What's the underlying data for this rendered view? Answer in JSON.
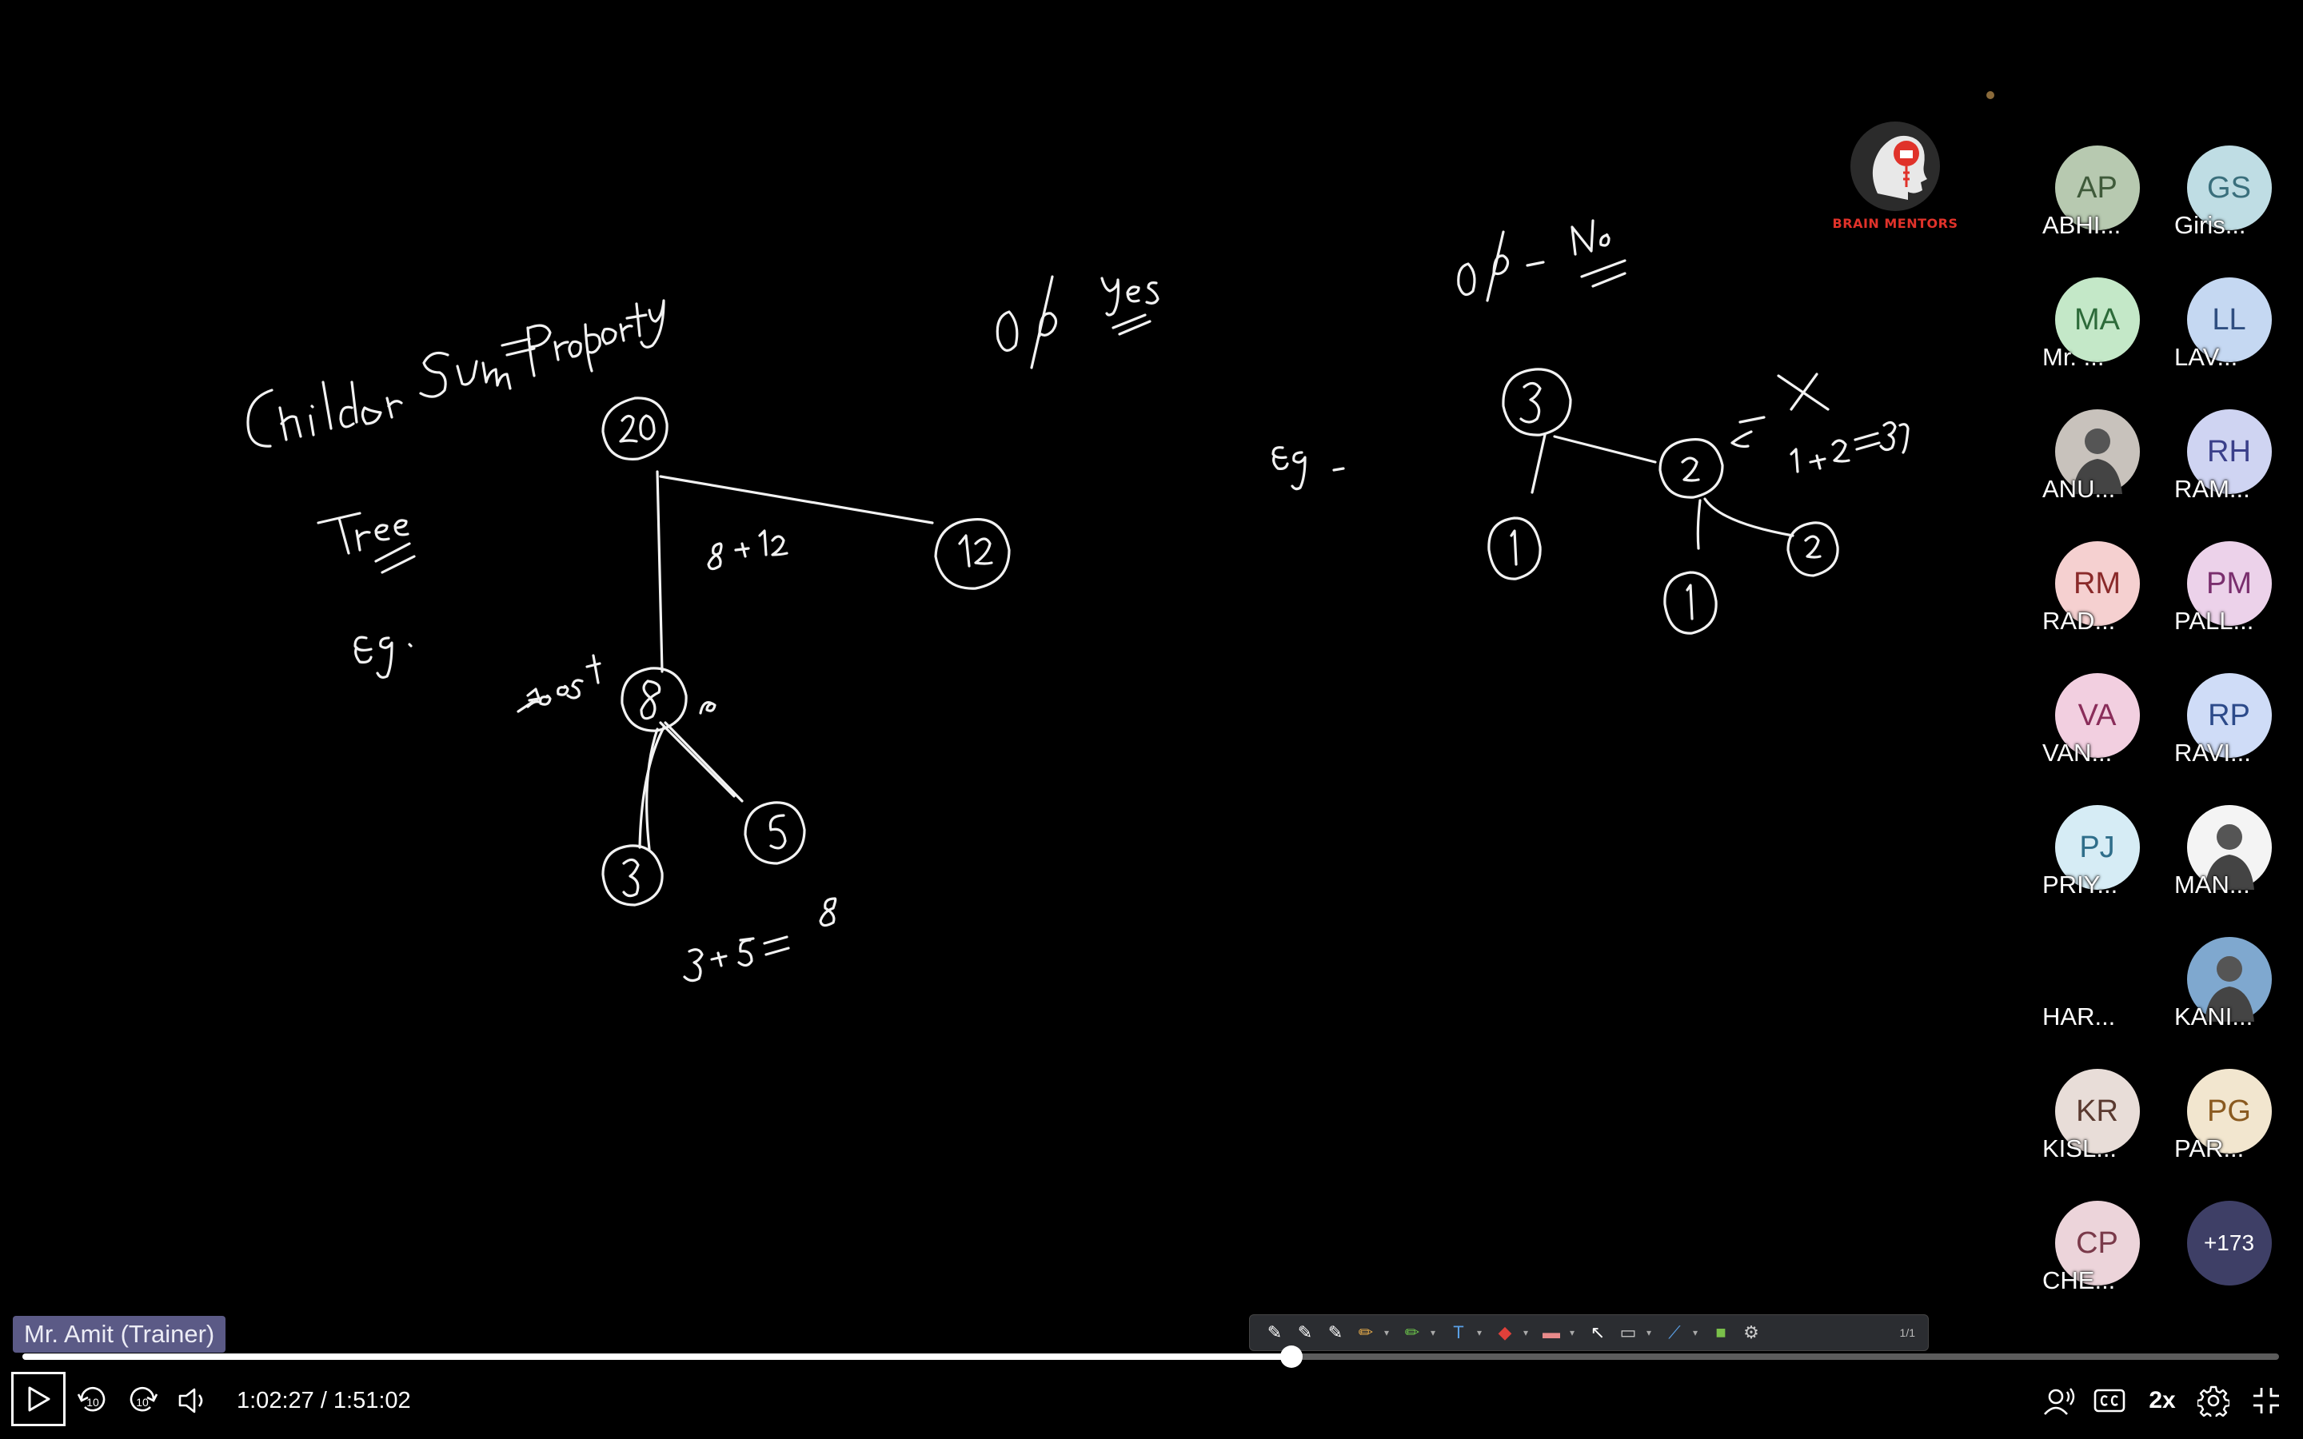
{
  "logo": {
    "text": "BRAIN MENTORS"
  },
  "participants": [
    {
      "initials": "AP",
      "name": "ABHI...",
      "bg": "#b7c9b0",
      "fg": "#3f5a3a"
    },
    {
      "initials": "GS",
      "name": "Giris...",
      "bg": "#bfdde4",
      "fg": "#3a6f7c"
    },
    {
      "initials": "MA",
      "name": "Mr. ...",
      "bg": "#c4e8c8",
      "fg": "#2d6b3a"
    },
    {
      "initials": "LL",
      "name": "LAV...",
      "bg": "#c5d8f2",
      "fg": "#2f4e80"
    },
    {
      "initials": "",
      "name": "ANU...",
      "bg": "#c8c2bc",
      "fg": "#333333",
      "photo": true
    },
    {
      "initials": "RH",
      "name": "RAM...",
      "bg": "#cfd4f2",
      "fg": "#3a3f8a"
    },
    {
      "initials": "RM",
      "name": "RAD...",
      "bg": "#f5d0d0",
      "fg": "#8a2a2a"
    },
    {
      "initials": "PM",
      "name": "PALL...",
      "bg": "#ecd2ea",
      "fg": "#7a2f6e"
    },
    {
      "initials": "VA",
      "name": "VAN...",
      "bg": "#f2cfe0",
      "fg": "#8a2d5a"
    },
    {
      "initials": "RP",
      "name": "RAVI...",
      "bg": "#cfdcf7",
      "fg": "#2c4a8a"
    },
    {
      "initials": "PJ",
      "name": "PRIY...",
      "bg": "#d6ecf5",
      "fg": "#2f6e8a"
    },
    {
      "initials": "",
      "name": "MAN...",
      "bg": "#f4f4f4",
      "fg": "#333333",
      "photo": true
    },
    {
      "initials": "",
      "name": "HAR...",
      "bg": "#000000",
      "fg": "#000000",
      "blank": true
    },
    {
      "initials": "",
      "name": "KANI...",
      "bg": "#7fa8cf",
      "fg": "#333333",
      "photo": true
    },
    {
      "initials": "KR",
      "name": "KISL...",
      "bg": "#e8ddd8",
      "fg": "#5a3a30"
    },
    {
      "initials": "PG",
      "name": "PAR...",
      "bg": "#f2e6cf",
      "fg": "#8a5a20"
    },
    {
      "initials": "CP",
      "name": "CHE...",
      "bg": "#ecd4da",
      "fg": "#7a3a4a"
    },
    {
      "initials": "+173",
      "name": "",
      "bg": "#3e3f66",
      "fg": "#ffffff",
      "overflow": true
    }
  ],
  "trainer_label": "Mr. Amit (Trainer)",
  "toolbar": {
    "page": "1/1"
  },
  "player": {
    "current_time": "1:02:27",
    "duration": "1:51:02",
    "time_text": "1:02:27 / 1:51:02",
    "progress_fraction": 0.5624,
    "skip_back": "10",
    "skip_forward": "10",
    "speed": "2x"
  }
}
